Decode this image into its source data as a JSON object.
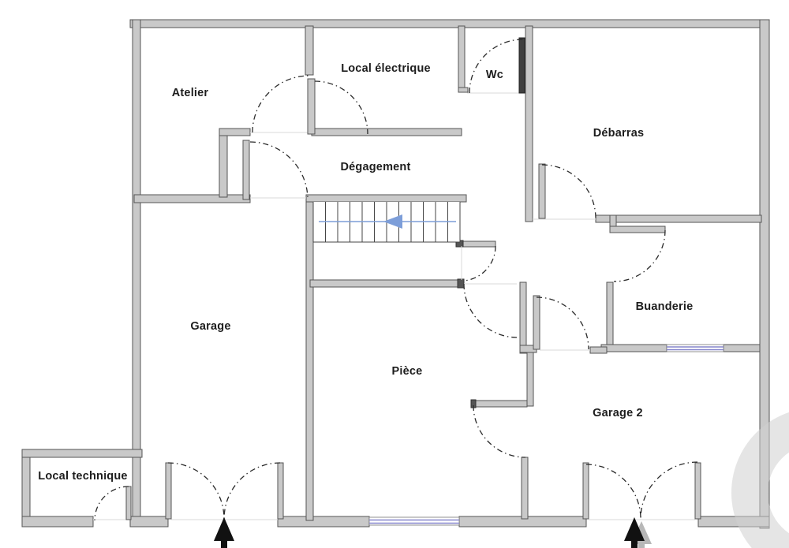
{
  "plan": {
    "rooms": {
      "atelier": "Atelier",
      "local_electrique": "Local électrique",
      "wc": "Wc",
      "debarras": "Débarras",
      "degagement": "Dégagement",
      "garage": "Garage",
      "piece": "Pièce",
      "buanderie": "Buanderie",
      "garage2": "Garage 2",
      "local_technique": "Local technique"
    },
    "stairs": {
      "treads": 12,
      "arrow_direction": "left"
    },
    "icons": {
      "entrance_arrow_garage": "up-arrow",
      "entrance_arrow_garage2": "up-arrow",
      "stair_direction_arrow": "left-arrow"
    },
    "entrance_count": 2,
    "colors": {
      "background": "#ffffff",
      "wall_fill": "#c9c9c9",
      "wall_edge": "#555555",
      "door_leaf_dark": "#3f3f3f",
      "door_arc": "#2b2b2b",
      "window_blue": "#8585cc",
      "stair_arrow_blue": "#7d9ed9",
      "label_text": "#1d1d1d",
      "watermark_gray": "#cfcfcf"
    }
  }
}
